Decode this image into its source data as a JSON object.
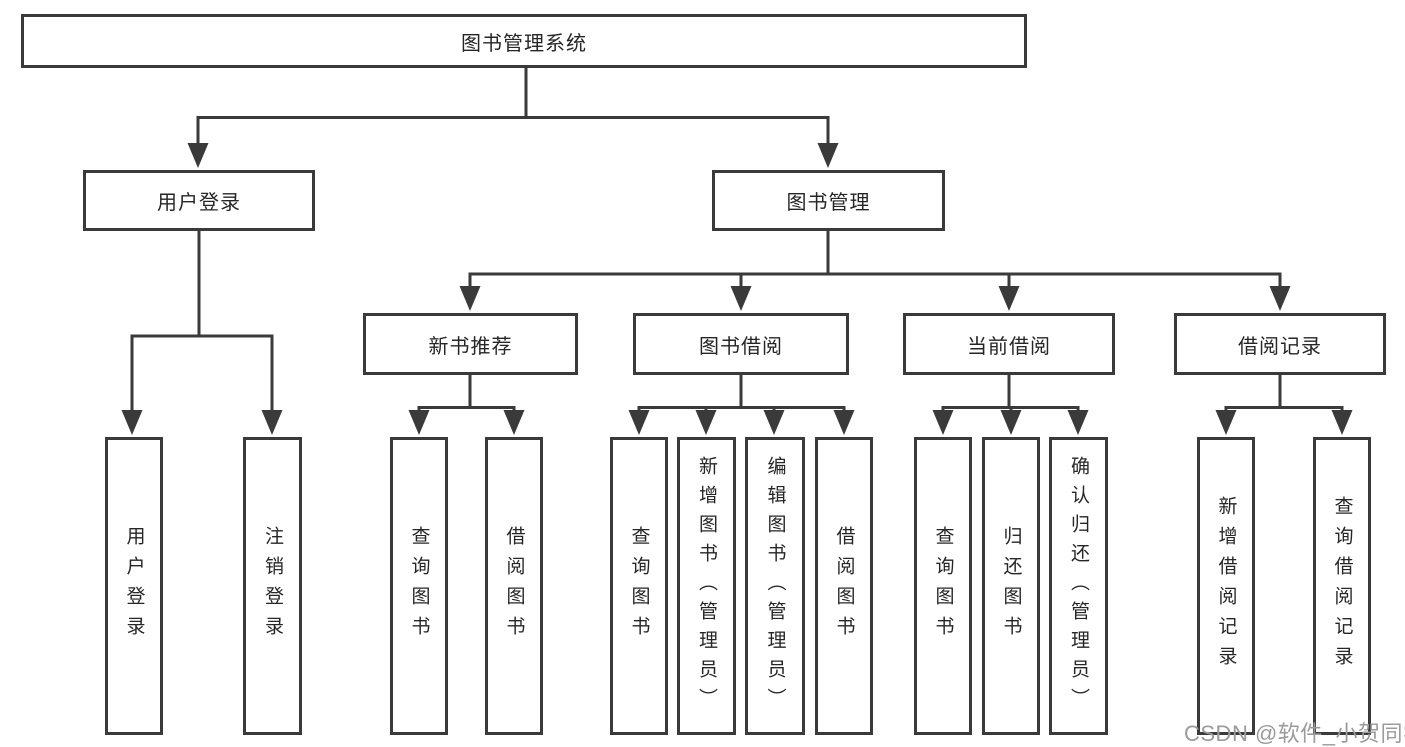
{
  "tree": {
    "label": "图书管理系统",
    "children": [
      {
        "label": "用户登录",
        "children": [
          {
            "label": "用户登录"
          },
          {
            "label": "注销登录"
          }
        ]
      },
      {
        "label": "图书管理",
        "children": [
          {
            "label": "新书推荐",
            "children": [
              {
                "label": "查询图书"
              },
              {
                "label": "借阅图书"
              }
            ]
          },
          {
            "label": "图书借阅",
            "children": [
              {
                "label": "查询图书"
              },
              {
                "label": "新增图书（管理员）"
              },
              {
                "label": "编辑图书（管理员）"
              },
              {
                "label": "借阅图书"
              }
            ]
          },
          {
            "label": "当前借阅",
            "children": [
              {
                "label": "查询图书"
              },
              {
                "label": "归还图书"
              },
              {
                "label": "确认归还（管理员）"
              }
            ]
          },
          {
            "label": "借阅记录",
            "children": [
              {
                "label": "新增借阅记录"
              },
              {
                "label": "查询借阅记录"
              }
            ]
          }
        ]
      }
    ]
  },
  "watermark": {
    "text": "CSDN @软件_小贺同学"
  },
  "colors": {
    "line": "#3a3a3a",
    "box_border": "#3a3a3a",
    "text": "#262626",
    "background": "#ffffff",
    "watermark": "#9b9b9b"
  }
}
